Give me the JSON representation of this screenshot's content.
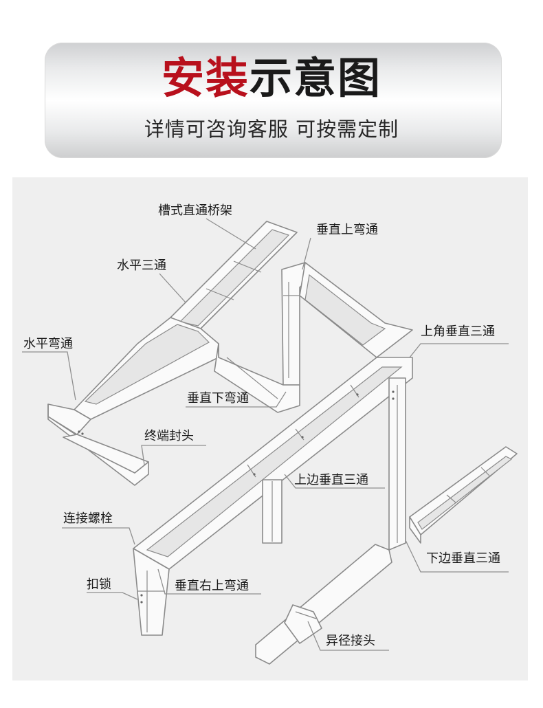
{
  "header": {
    "title_highlight": "安装",
    "title_rest": "示意图",
    "subtitle": "详情可咨询客服  可按需定制"
  },
  "labels": {
    "straight_tray": "槽式直通桥架",
    "vertical_up_bend": "垂直上弯通",
    "horizontal_tee": "水平三通",
    "corner_vertical_tee": "上角垂直三通",
    "horizontal_bend": "水平弯通",
    "vertical_down_bend": "垂直下弯通",
    "end_cap": "终端封头",
    "top_vertical_tee": "上边垂直三通",
    "connecting_bolt": "连接螺栓",
    "bottom_vertical_tee": "下边垂直三通",
    "lock": "扣锁",
    "vertical_right_up_bend": "垂直右上弯通",
    "reducer": "异径接头"
  },
  "colors": {
    "accent": "#b8101c",
    "text": "#1a1a1a",
    "panel": "#efefef"
  }
}
